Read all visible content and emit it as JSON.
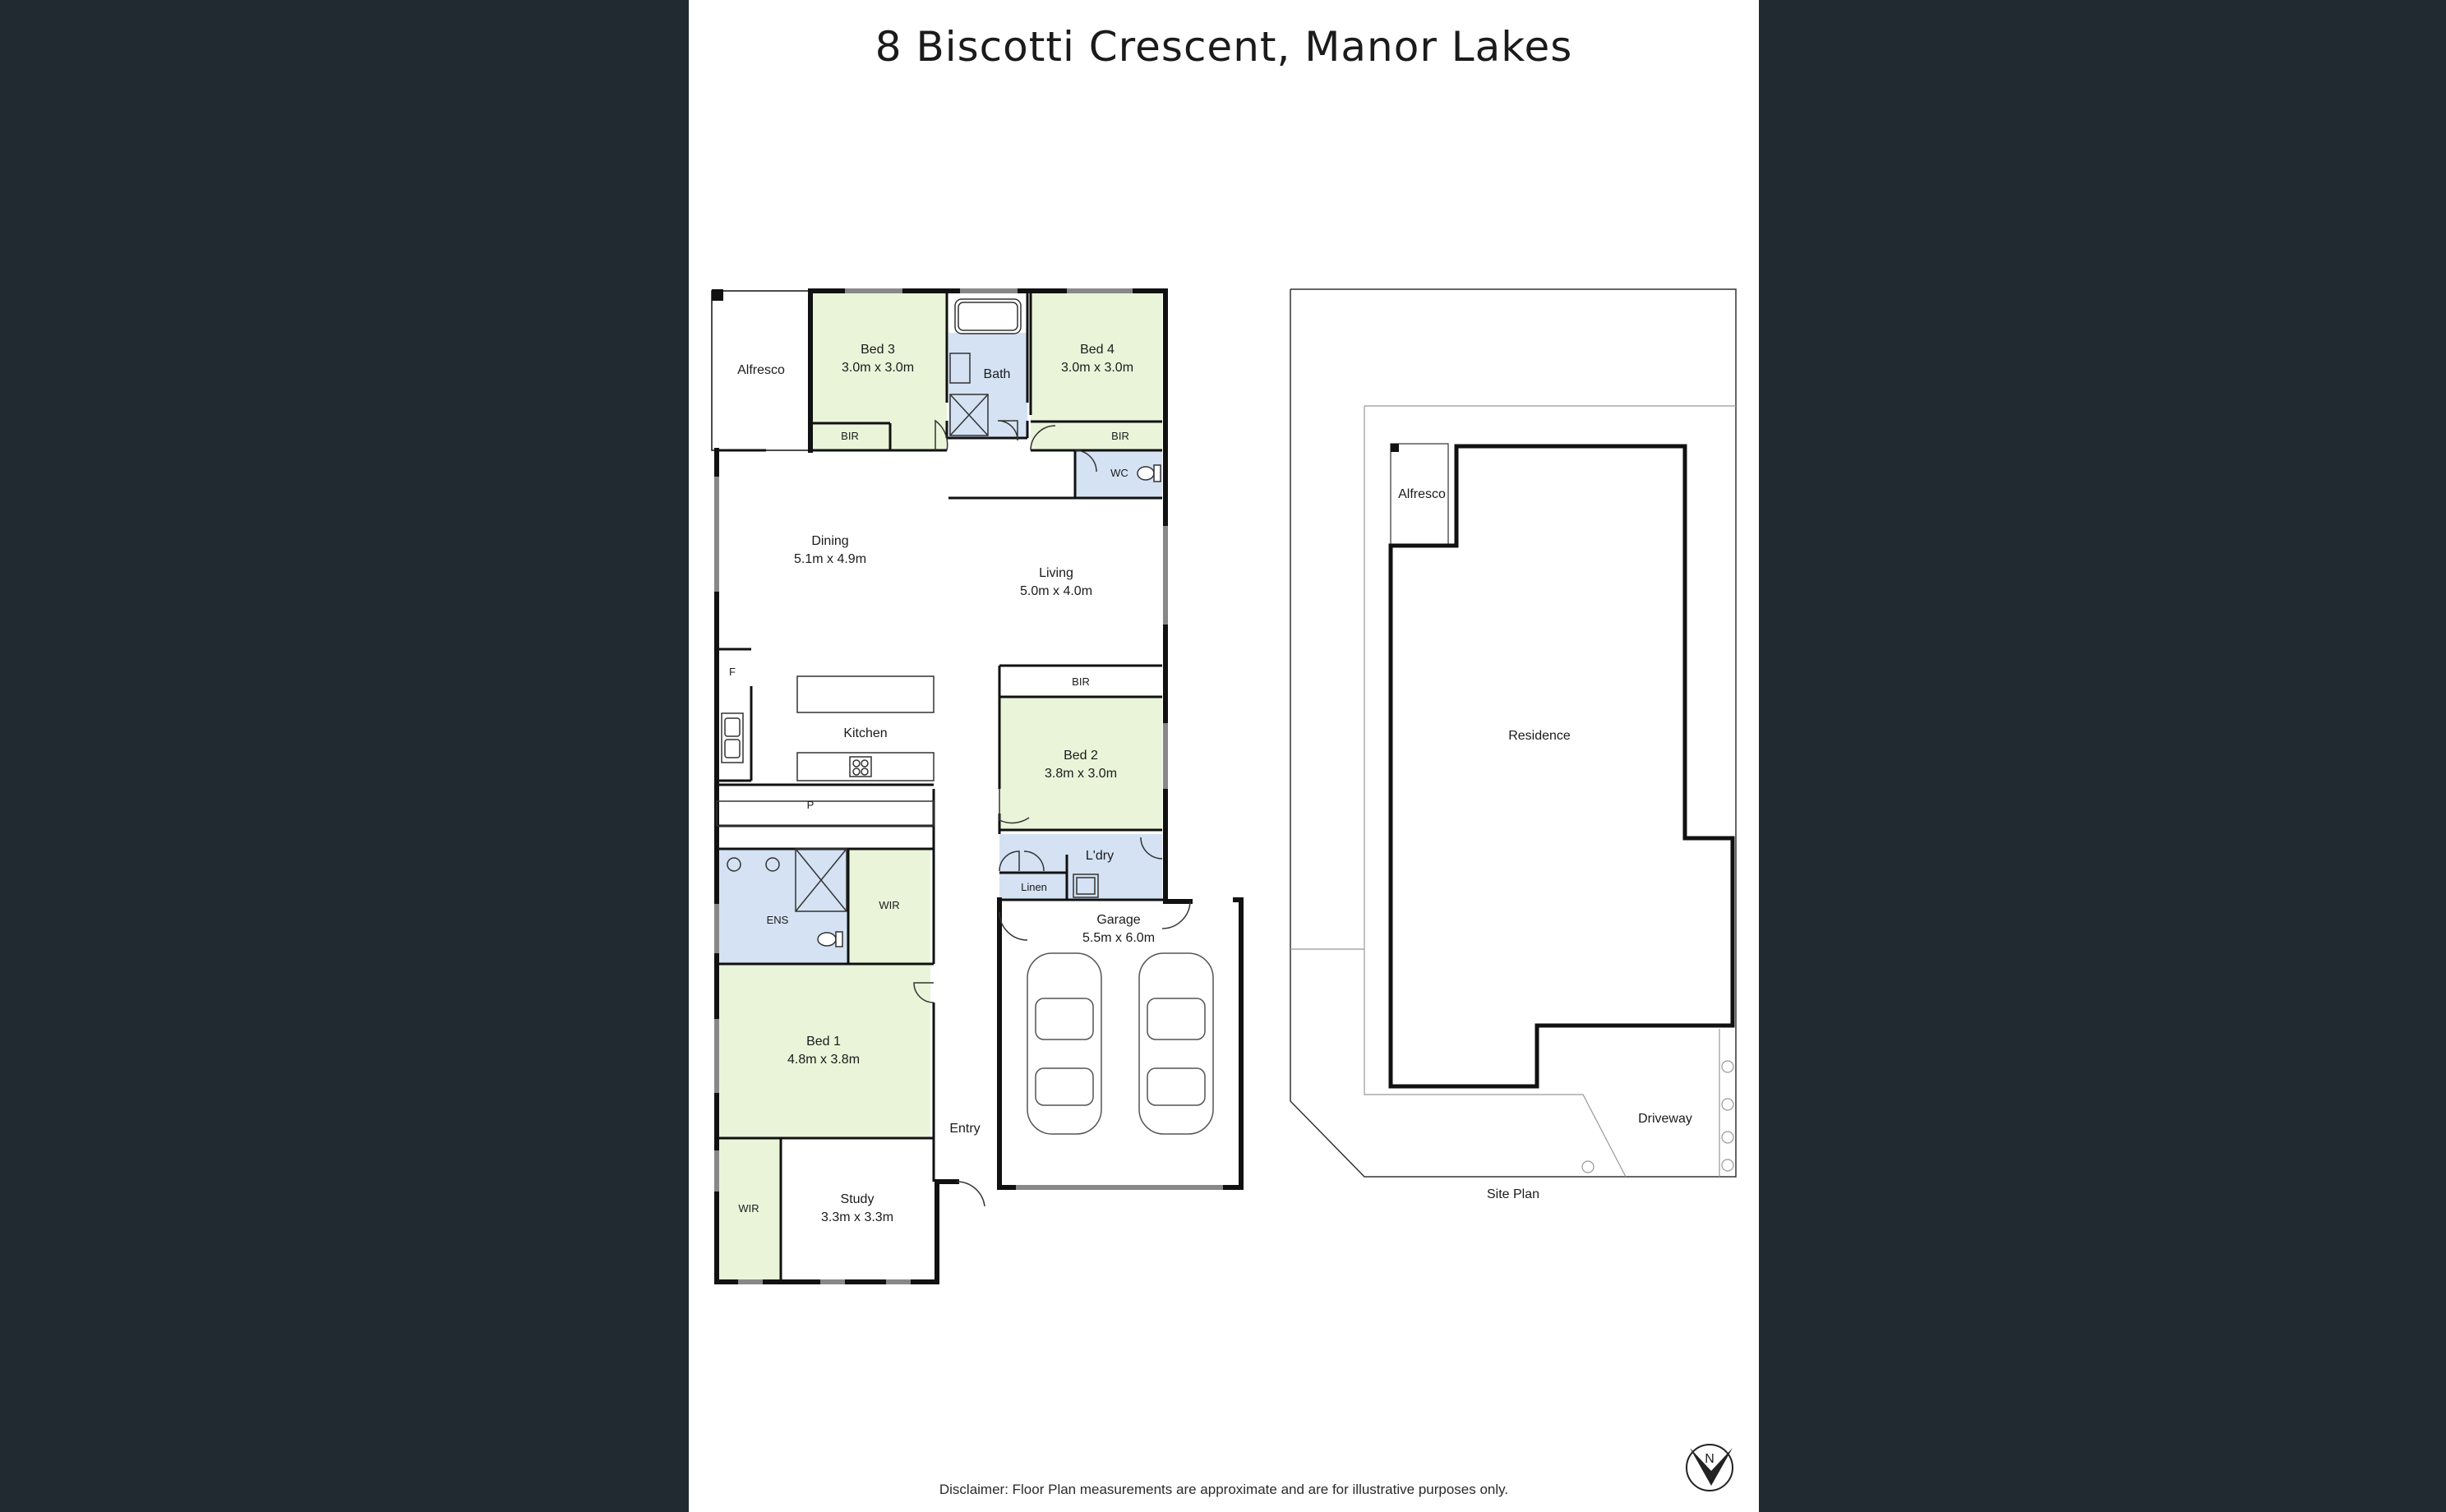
{
  "title": "8 Biscotti Crescent, Manor Lakes",
  "disclaimer": "Disclaimer: Floor Plan measurements are approximate and are for illustrative purposes only.",
  "colors": {
    "background": "#222a31",
    "bedroom": "#e9f4d9",
    "wet_area": "#d4e2f3",
    "wall": "#111111"
  },
  "rooms": {
    "alfresco": {
      "name": "Alfresco"
    },
    "bed3": {
      "name": "Bed 3",
      "size": "3.0m x 3.0m"
    },
    "bath": {
      "name": "Bath"
    },
    "bed4": {
      "name": "Bed 4",
      "size": "3.0m x 3.0m"
    },
    "bir_bed3": {
      "name": "BIR"
    },
    "bir_bed4": {
      "name": "BIR"
    },
    "wc": {
      "name": "WC"
    },
    "dining": {
      "name": "Dining",
      "size": "5.1m x 4.9m"
    },
    "living": {
      "name": "Living",
      "size": "5.0m x 4.0m"
    },
    "fridge": {
      "name": "F"
    },
    "kitchen": {
      "name": "Kitchen"
    },
    "pantry": {
      "name": "P"
    },
    "bir_bed2": {
      "name": "BIR"
    },
    "bed2": {
      "name": "Bed 2",
      "size": "3.8m x 3.0m"
    },
    "laundry": {
      "name": "L'dry"
    },
    "linen": {
      "name": "Linen"
    },
    "ens": {
      "name": "ENS"
    },
    "wir_bed1": {
      "name": "WIR"
    },
    "garage": {
      "name": "Garage",
      "size": "5.5m x 6.0m"
    },
    "bed1": {
      "name": "Bed 1",
      "size": "4.8m x 3.8m"
    },
    "entry": {
      "name": "Entry"
    },
    "wir_study": {
      "name": "WIR"
    },
    "study": {
      "name": "Study",
      "size": "3.3m x 3.3m"
    }
  },
  "site_plan": {
    "label": "Site Plan",
    "alfresco": "Alfresco",
    "residence": "Residence",
    "driveway": "Driveway"
  },
  "compass": {
    "label": "N",
    "icon": "north-arrow-icon"
  }
}
